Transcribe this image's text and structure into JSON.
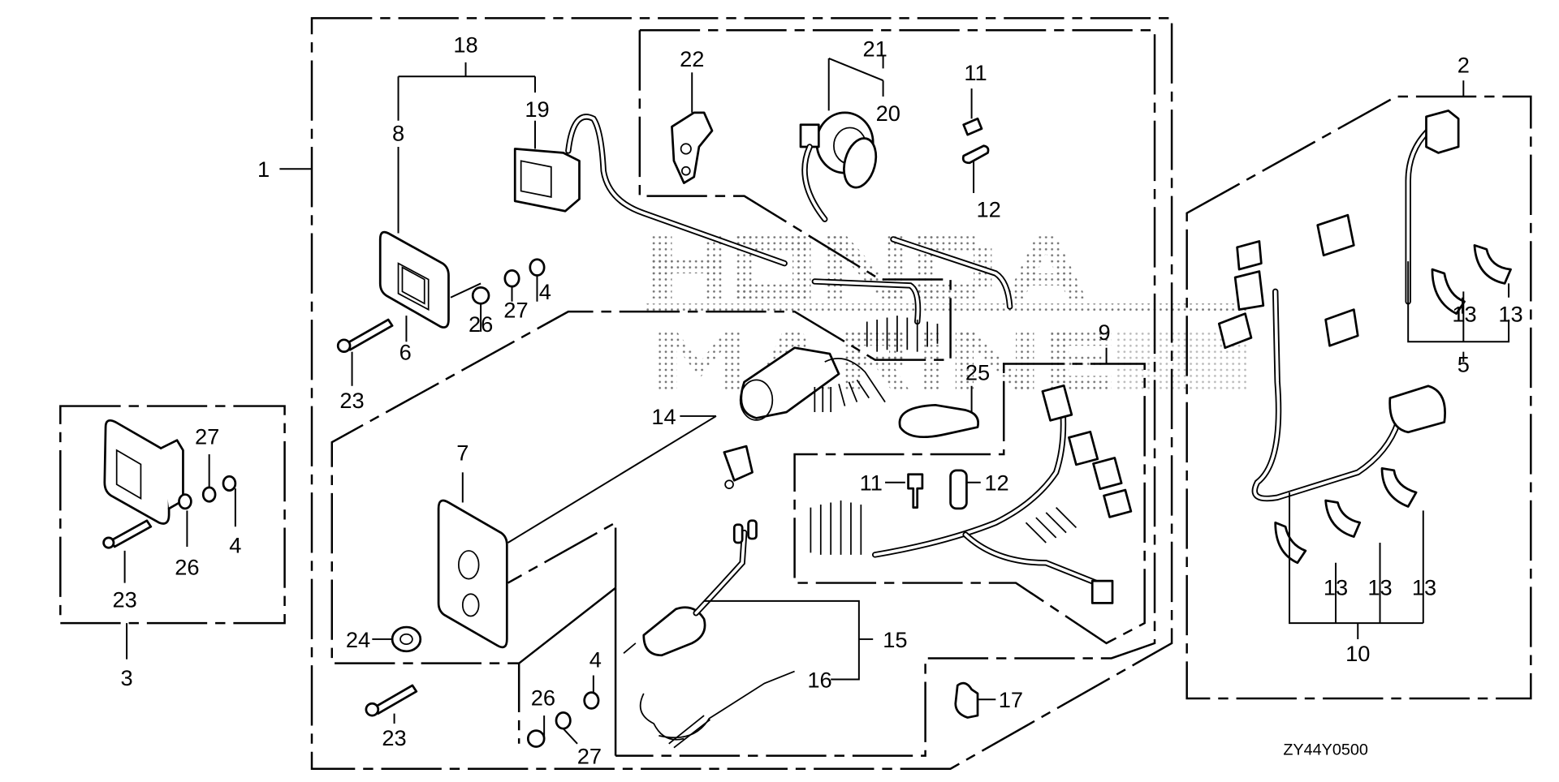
{
  "diagram": {
    "type": "exploded-parts-diagram",
    "subject": "Outboard remote control switch panel / wire harness",
    "diagram_code": "ZY44Y0500",
    "watermark": "HONDA MARINE",
    "accent_color": "#000000",
    "background_color": "#ffffff"
  },
  "callouts": {
    "c1": "1",
    "c2": "2",
    "c3": "3",
    "c4a": "4",
    "c4b": "4",
    "c4c": "4",
    "c5": "5",
    "c6": "6",
    "c7": "7",
    "c8": "8",
    "c9": "9",
    "c10": "10",
    "c11a": "11",
    "c11b": "11",
    "c12a": "12",
    "c12b": "12",
    "c13a": "13",
    "c13b": "13",
    "c13c": "13",
    "c13d": "13",
    "c13e": "13",
    "c14": "14",
    "c15": "15",
    "c16": "16",
    "c17": "17",
    "c18": "18",
    "c19": "19",
    "c20": "20",
    "c21": "21",
    "c22": "22",
    "c23a": "23",
    "c23b": "23",
    "c23c": "23",
    "c24": "24",
    "c25": "25",
    "c26a": "26",
    "c26b": "26",
    "c26c": "26",
    "c27a": "27",
    "c27b": "27",
    "c27c": "27"
  },
  "groups": [
    {
      "ref": "1",
      "contains": [
        "4",
        "6",
        "7",
        "8",
        "9",
        "11",
        "12",
        "14",
        "15",
        "16",
        "17",
        "18",
        "19",
        "20",
        "21",
        "22",
        "23",
        "24",
        "25",
        "26",
        "27"
      ]
    },
    {
      "ref": "2",
      "contains": [
        "5",
        "10",
        "13"
      ]
    },
    {
      "ref": "3",
      "contains": [
        "4",
        "23",
        "26",
        "27"
      ]
    },
    {
      "ref": "5",
      "contains": [
        "13",
        "13"
      ]
    },
    {
      "ref": "10",
      "contains": [
        "13",
        "13",
        "13"
      ]
    },
    {
      "ref": "15",
      "contains": [
        "16"
      ]
    },
    {
      "ref": "18",
      "contains": [
        "8",
        "19"
      ]
    },
    {
      "ref": "21",
      "contains": [
        "20"
      ]
    }
  ]
}
